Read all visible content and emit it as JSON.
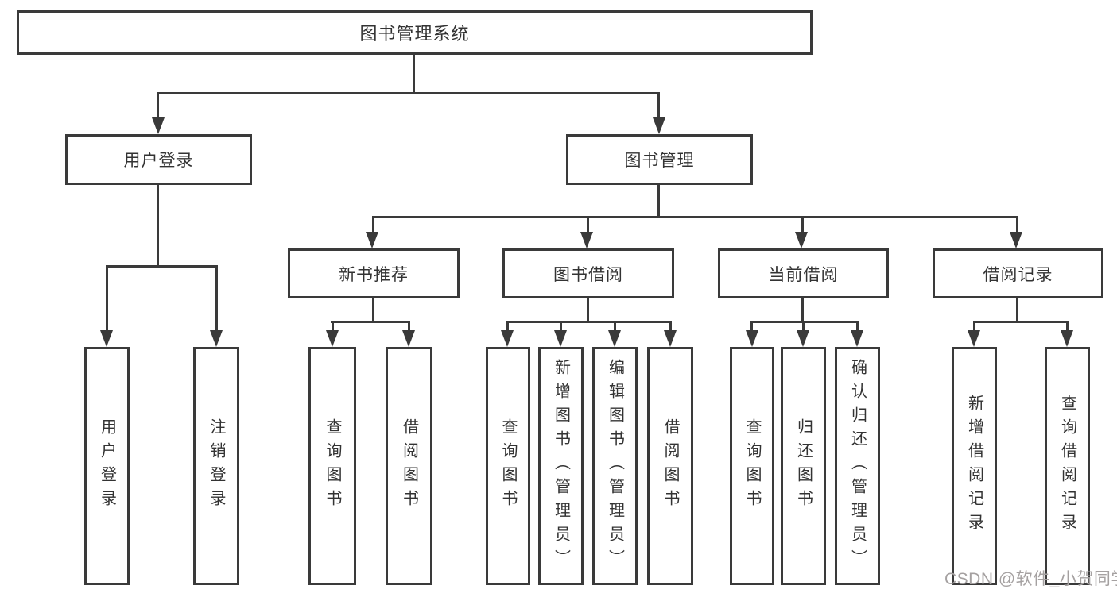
{
  "diagram_title": "图书管理系统",
  "nodes": {
    "root": "图书管理系统",
    "user_login": "用户登录",
    "book_management": "图书管理",
    "new_book_recommend": "新书推荐",
    "book_borrow": "图书借阅",
    "current_borrow": "当前借阅",
    "borrow_record": "借阅记录",
    "leaf_user_login": "用户登录",
    "leaf_logout": "注销登录",
    "leaf_nb_query_book": "查询图书",
    "leaf_nb_borrow_book": "借阅图书",
    "leaf_bb_query_book": "查询图书",
    "leaf_bb_add_book": "新增图书（管理员）",
    "leaf_bb_edit_book": "编辑图书（管理员）",
    "leaf_bb_borrow_book": "借阅图书",
    "leaf_cb_query_book": "查询图书",
    "leaf_cb_return_book": "归还图书",
    "leaf_cb_confirm_return": "确认归还（管理员）",
    "leaf_br_add_record": "新增借阅记录",
    "leaf_br_query_record": "查询借阅记录"
  },
  "watermark": "CSDN @软件_小贺同学",
  "colors": {
    "line": "#3a3a3a",
    "text": "#333333",
    "background": "#ffffff",
    "watermark": "#a5a1a1"
  }
}
